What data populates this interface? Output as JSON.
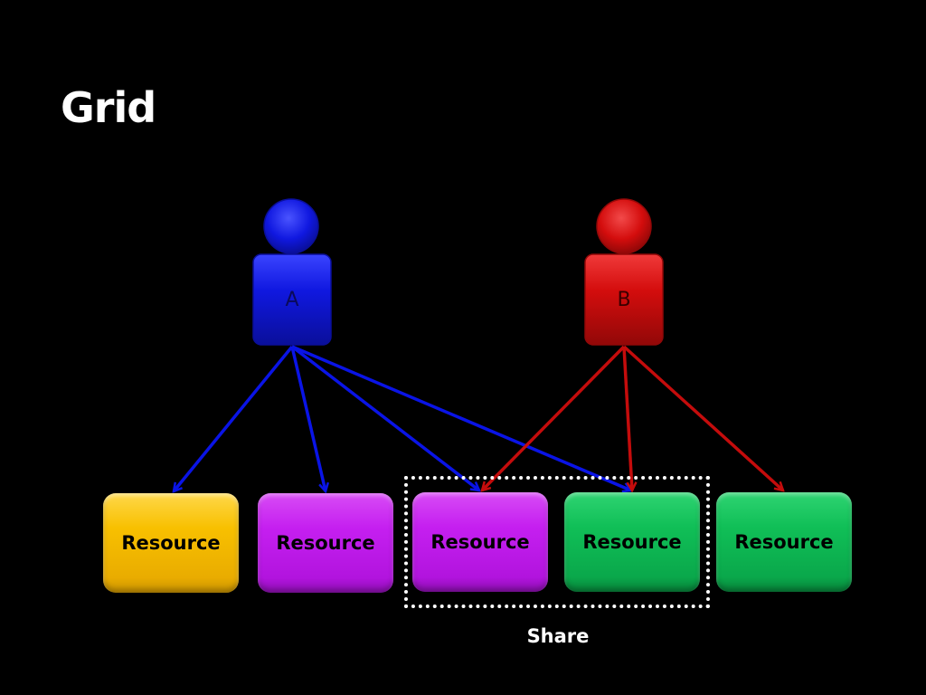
{
  "slide": {
    "title": "Grid",
    "share_label": "Share"
  },
  "actors": [
    {
      "id": "A",
      "label": "A",
      "color": "#0f17d8"
    },
    {
      "id": "B",
      "label": "B",
      "color": "#d40d0d"
    }
  ],
  "resources": [
    {
      "label": "Resource",
      "color": "#f8c000"
    },
    {
      "label": "Resource",
      "color": "#c51ff0"
    },
    {
      "label": "Resource",
      "color": "#c51ff0"
    },
    {
      "label": "Resource",
      "color": "#10bf57"
    },
    {
      "label": "Resource",
      "color": "#10bf57"
    }
  ],
  "connections": [
    {
      "from": "A",
      "to": 1
    },
    {
      "from": "A",
      "to": 2
    },
    {
      "from": "A",
      "to": 3
    },
    {
      "from": "A",
      "to": 4
    },
    {
      "from": "B",
      "to": 3
    },
    {
      "from": "B",
      "to": 4
    },
    {
      "from": "B",
      "to": 5
    }
  ],
  "shared_resources": [
    3,
    4
  ],
  "colors": {
    "background": "#000000",
    "text": "#ffffff",
    "arrow_a": "#0a14e6",
    "arrow_b": "#c40c0c"
  }
}
